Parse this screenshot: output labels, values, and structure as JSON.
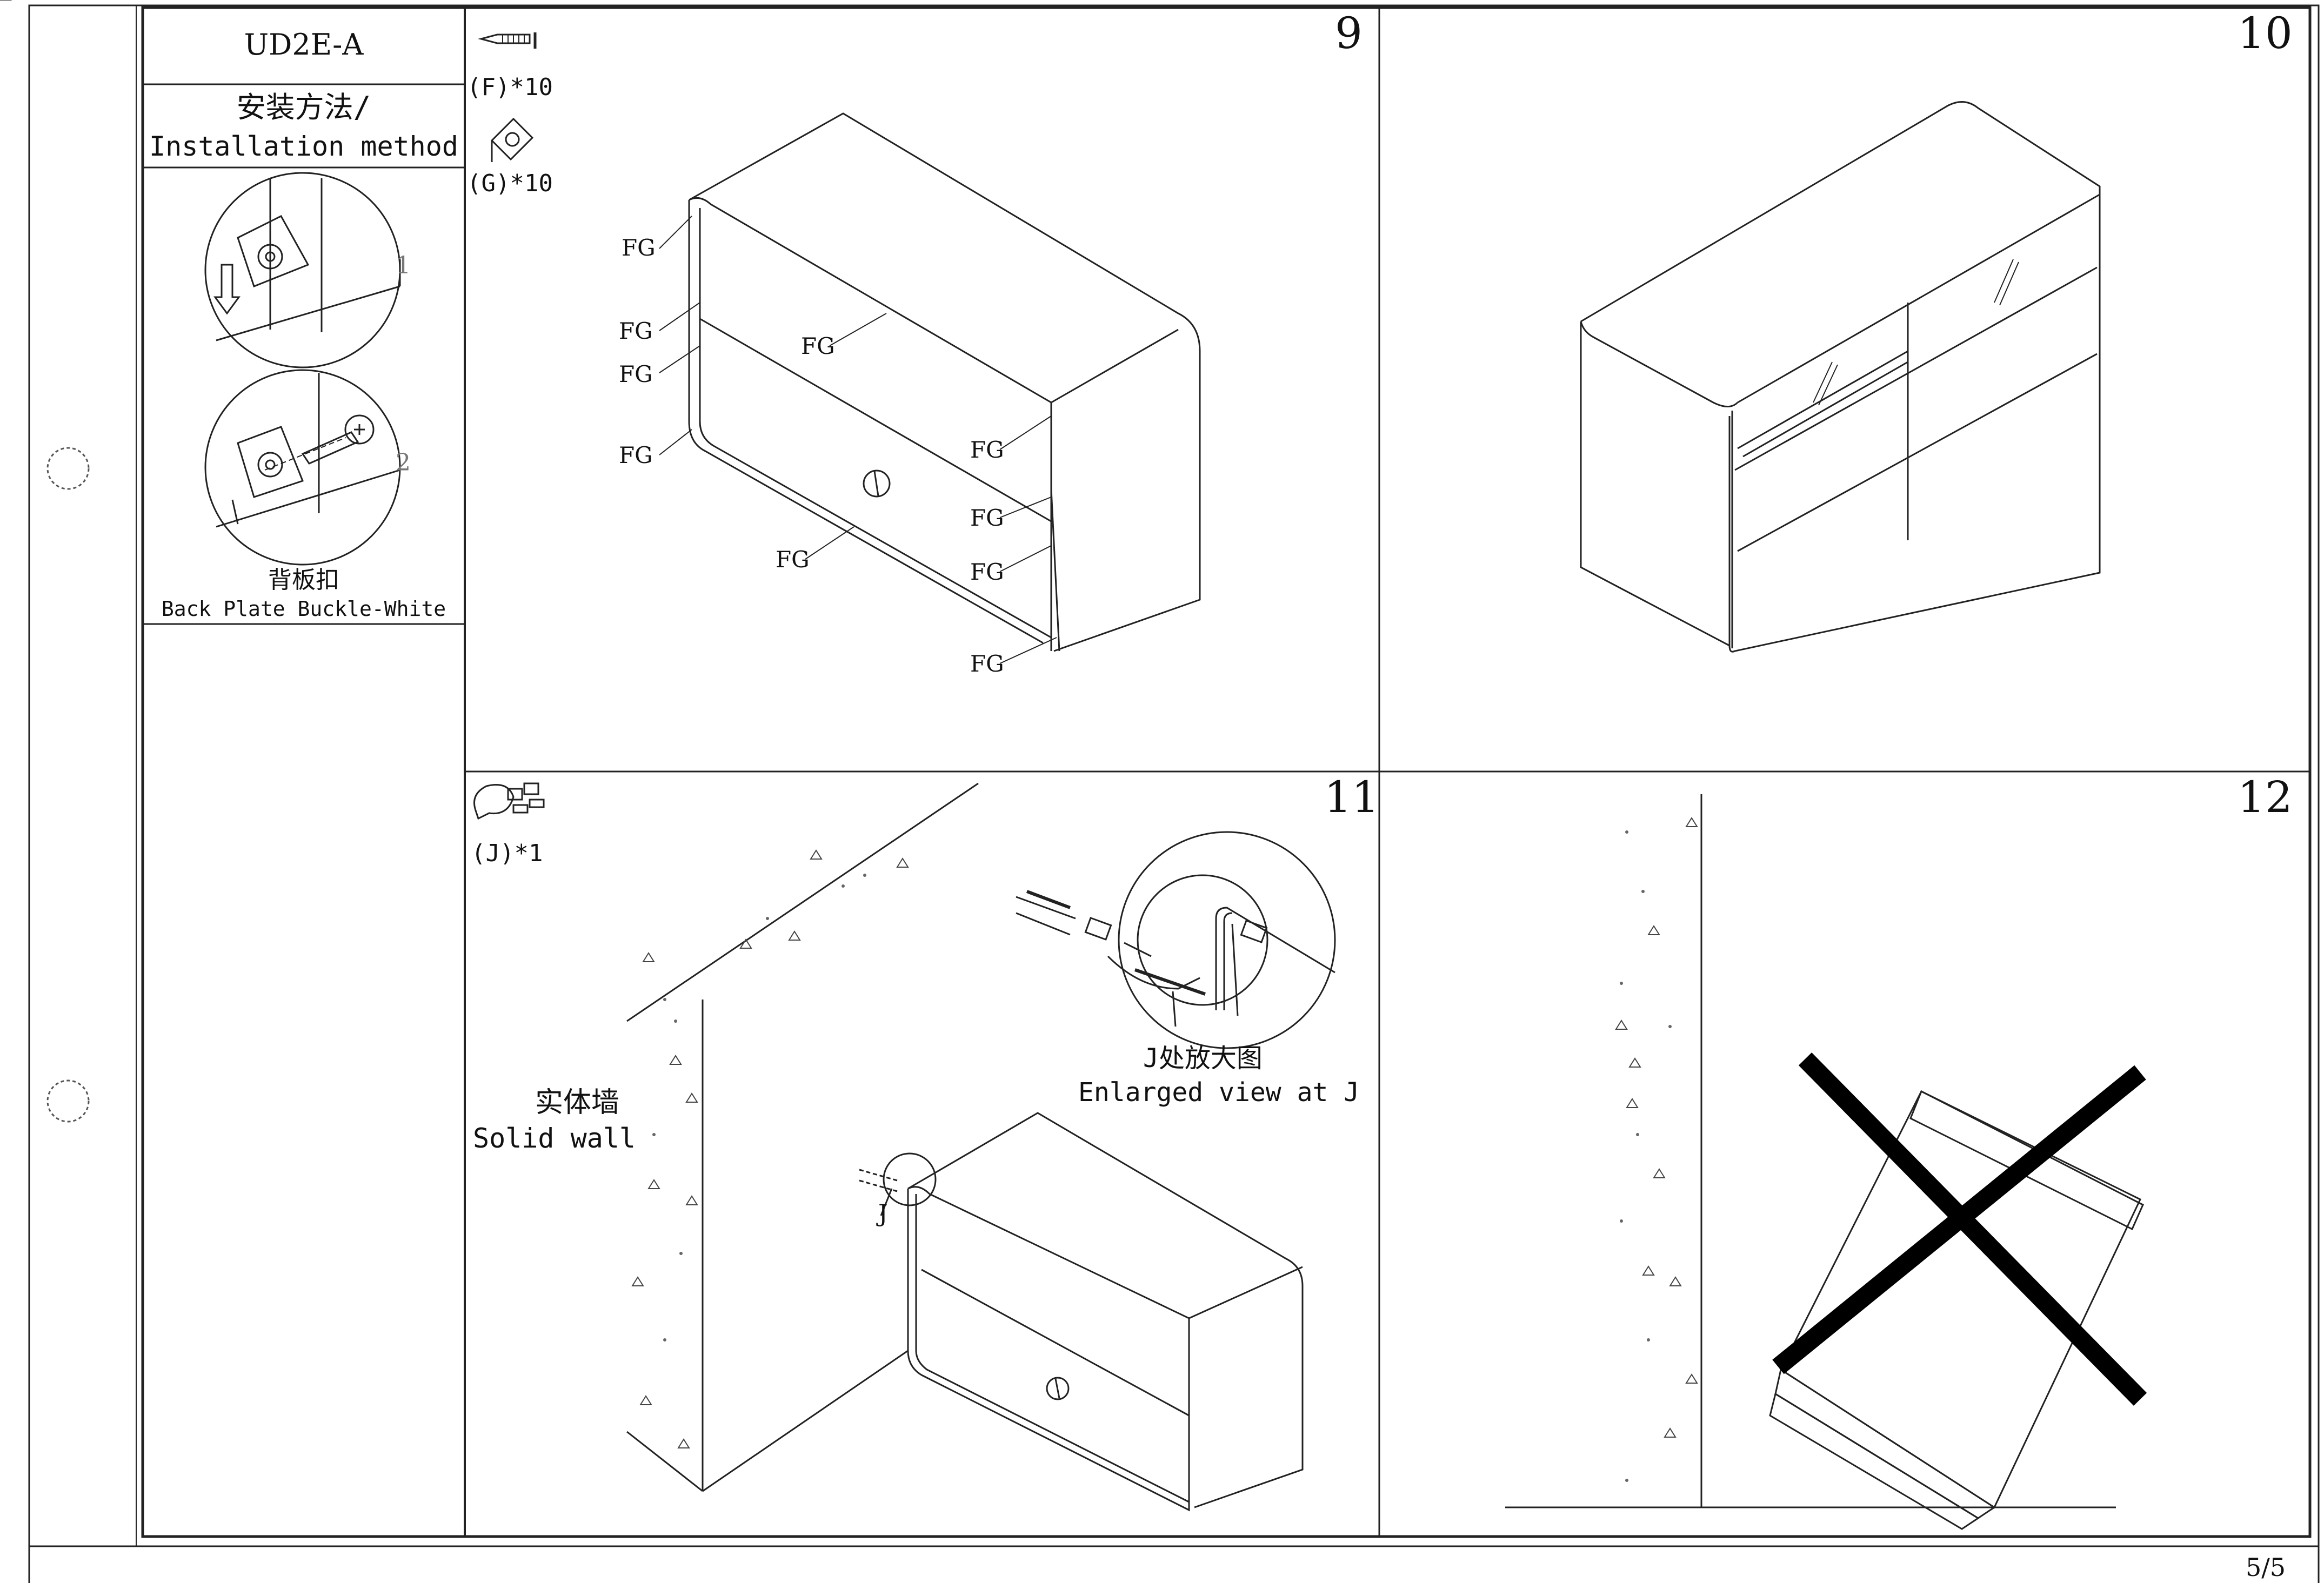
{
  "sidebar": {
    "model": "UD2E-A",
    "installation_cn": "安装方法/",
    "installation_en": "Installation method",
    "detail_step1": "1",
    "detail_step2": "2",
    "part_cn": "背板扣",
    "part_en": "Back Plate Buckle-White"
  },
  "steps": [
    {
      "number": "9",
      "parts": [
        {
          "label": "(F)*10",
          "icon": "screw-icon"
        },
        {
          "label": "(G)*10",
          "icon": "bracket-icon"
        }
      ],
      "callout": "FG"
    },
    {
      "number": "10"
    },
    {
      "number": "11",
      "parts": [
        {
          "label": "(J)*1",
          "icon": "anti-tip-kit-icon"
        }
      ],
      "wall_cn": "实体墙",
      "wall_en": "Solid wall",
      "enlarged_cn": "J处放大图",
      "enlarged_en": "Enlarged view at J",
      "marker": "J"
    },
    {
      "number": "12"
    }
  ],
  "footer": {
    "page": "5/5"
  }
}
